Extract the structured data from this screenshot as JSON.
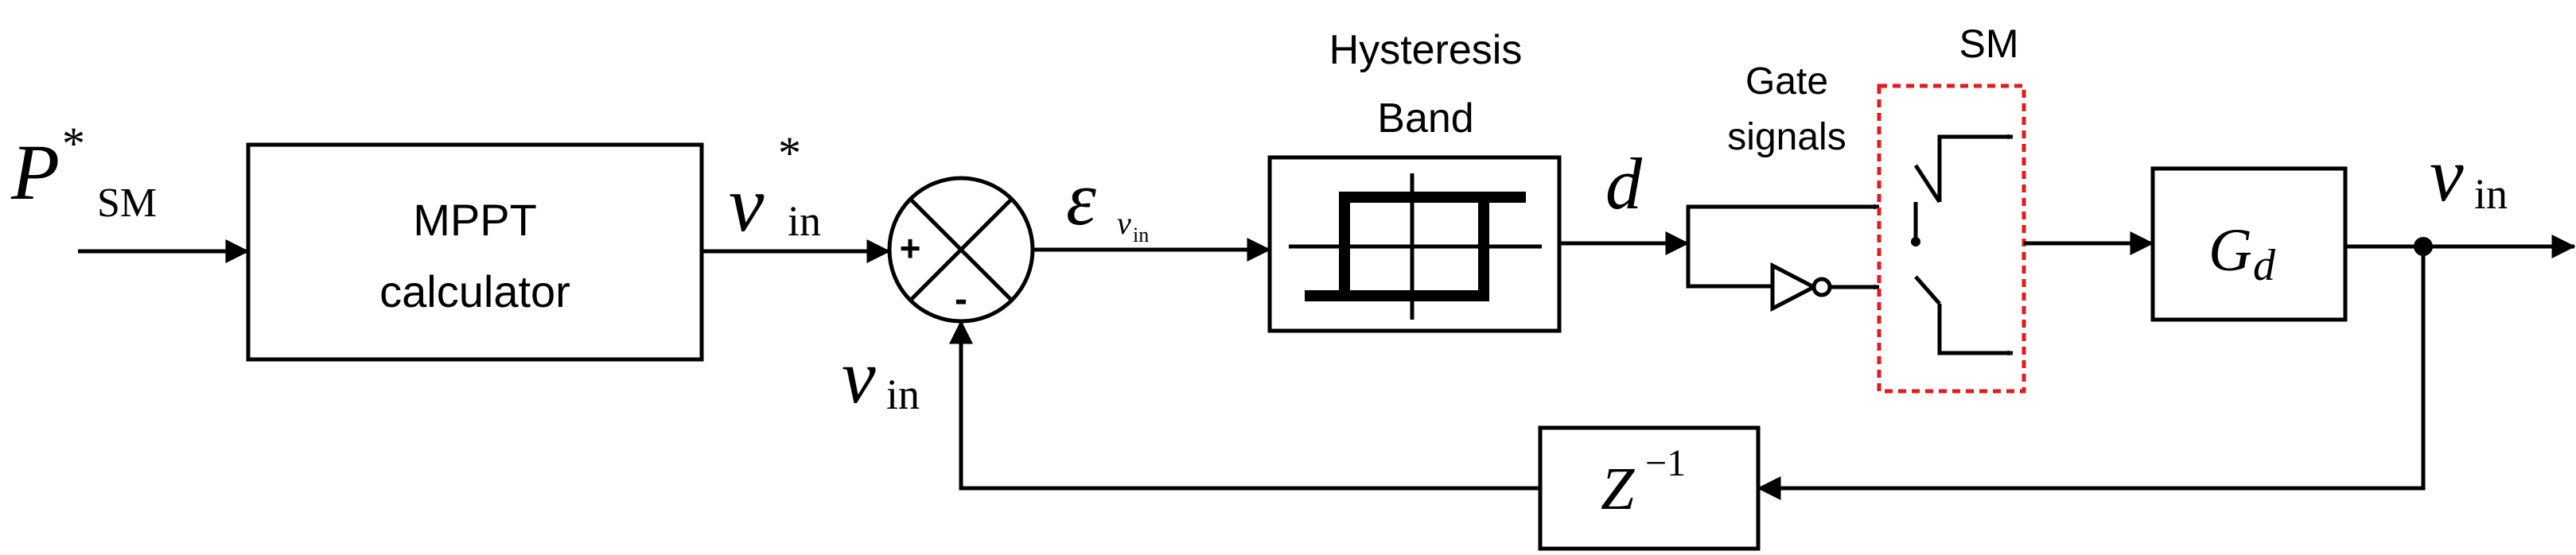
{
  "blocks": {
    "mppt": {
      "line1": "MPPT",
      "line2": "calculator"
    },
    "hysteresis": {
      "title_line1": "Hysteresis",
      "title_line2": "Band"
    },
    "gd": {
      "symbol": "G",
      "subscript": "d"
    },
    "delay": {
      "symbol": "Z",
      "superscript": "−1"
    },
    "switch": {
      "label": "SM",
      "border_color": "#e41a1c"
    }
  },
  "summing_junction": {
    "plus": "+",
    "minus": "-"
  },
  "signals": {
    "p_ref": {
      "symbol": "P",
      "star": "*",
      "subscript": "SM"
    },
    "v_ref": {
      "symbol": "v",
      "star": "*",
      "subscript": "in"
    },
    "error": {
      "symbol": "ε",
      "sub_symbol": "v",
      "sub_subscript": "in"
    },
    "duty": {
      "symbol": "d"
    },
    "gate": {
      "line1": "Gate",
      "line2": "signals"
    },
    "v_out": {
      "symbol": "v",
      "subscript": "in"
    },
    "v_feedback": {
      "symbol": "v",
      "subscript": "in"
    }
  }
}
